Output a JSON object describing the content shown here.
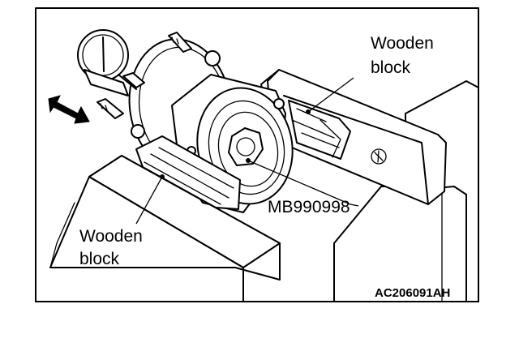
{
  "labels": {
    "block_top": [
      "Wooden",
      "block"
    ],
    "block_bottom": [
      "Wooden",
      "block"
    ],
    "tool": "MB990998",
    "figure_code": "AC206091AH"
  },
  "colors": {
    "ink": "#000000",
    "paper": "#ffffff"
  }
}
